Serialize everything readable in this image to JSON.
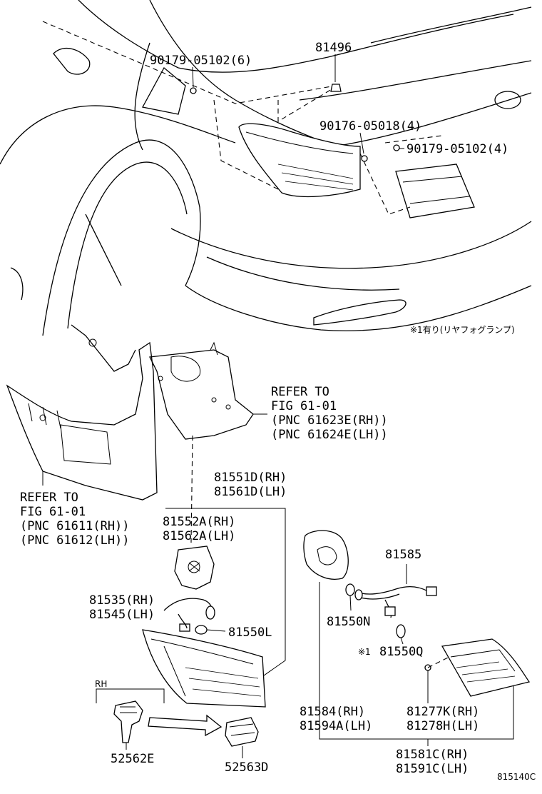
{
  "labels": {
    "p90179_05102_6": "90179-05102(6)",
    "p81496": "81496",
    "p90176_05018_4": "90176-05018(4)",
    "p90179_05102_4": "90179-05102(4)",
    "note_fog": "※1有り(リヤフォグランプ)",
    "refer_upper": [
      "REFER TO",
      "FIG 61-01",
      "(PNC 61623E(RH))",
      "(PNC 61624E(LH))"
    ],
    "refer_lower": [
      "REFER TO",
      "FIG 61-01",
      "(PNC 61611(RH))",
      "(PNC 61612(LH))"
    ],
    "p81551d": [
      "81551D(RH)",
      "81561D(LH)"
    ],
    "p81552a": [
      "81552A(RH)",
      "81562A(LH)"
    ],
    "p81535": [
      "81535(RH)",
      "81545(LH)"
    ],
    "p81550l": "81550L",
    "p81585": "81585",
    "p81550n": "81550N",
    "p81550q_mark": "※1",
    "p81550q": "81550Q",
    "p81584": [
      "81584(RH)",
      "81594A(LH)"
    ],
    "p81277k": [
      "81277K(RH)",
      "81278H(LH)"
    ],
    "p81581c": [
      "81581C(RH)",
      "81591C(LH)"
    ],
    "rh_tag": "RH",
    "p52562e": "52562E",
    "p52563d": "52563D",
    "figure_code": "815140C"
  }
}
